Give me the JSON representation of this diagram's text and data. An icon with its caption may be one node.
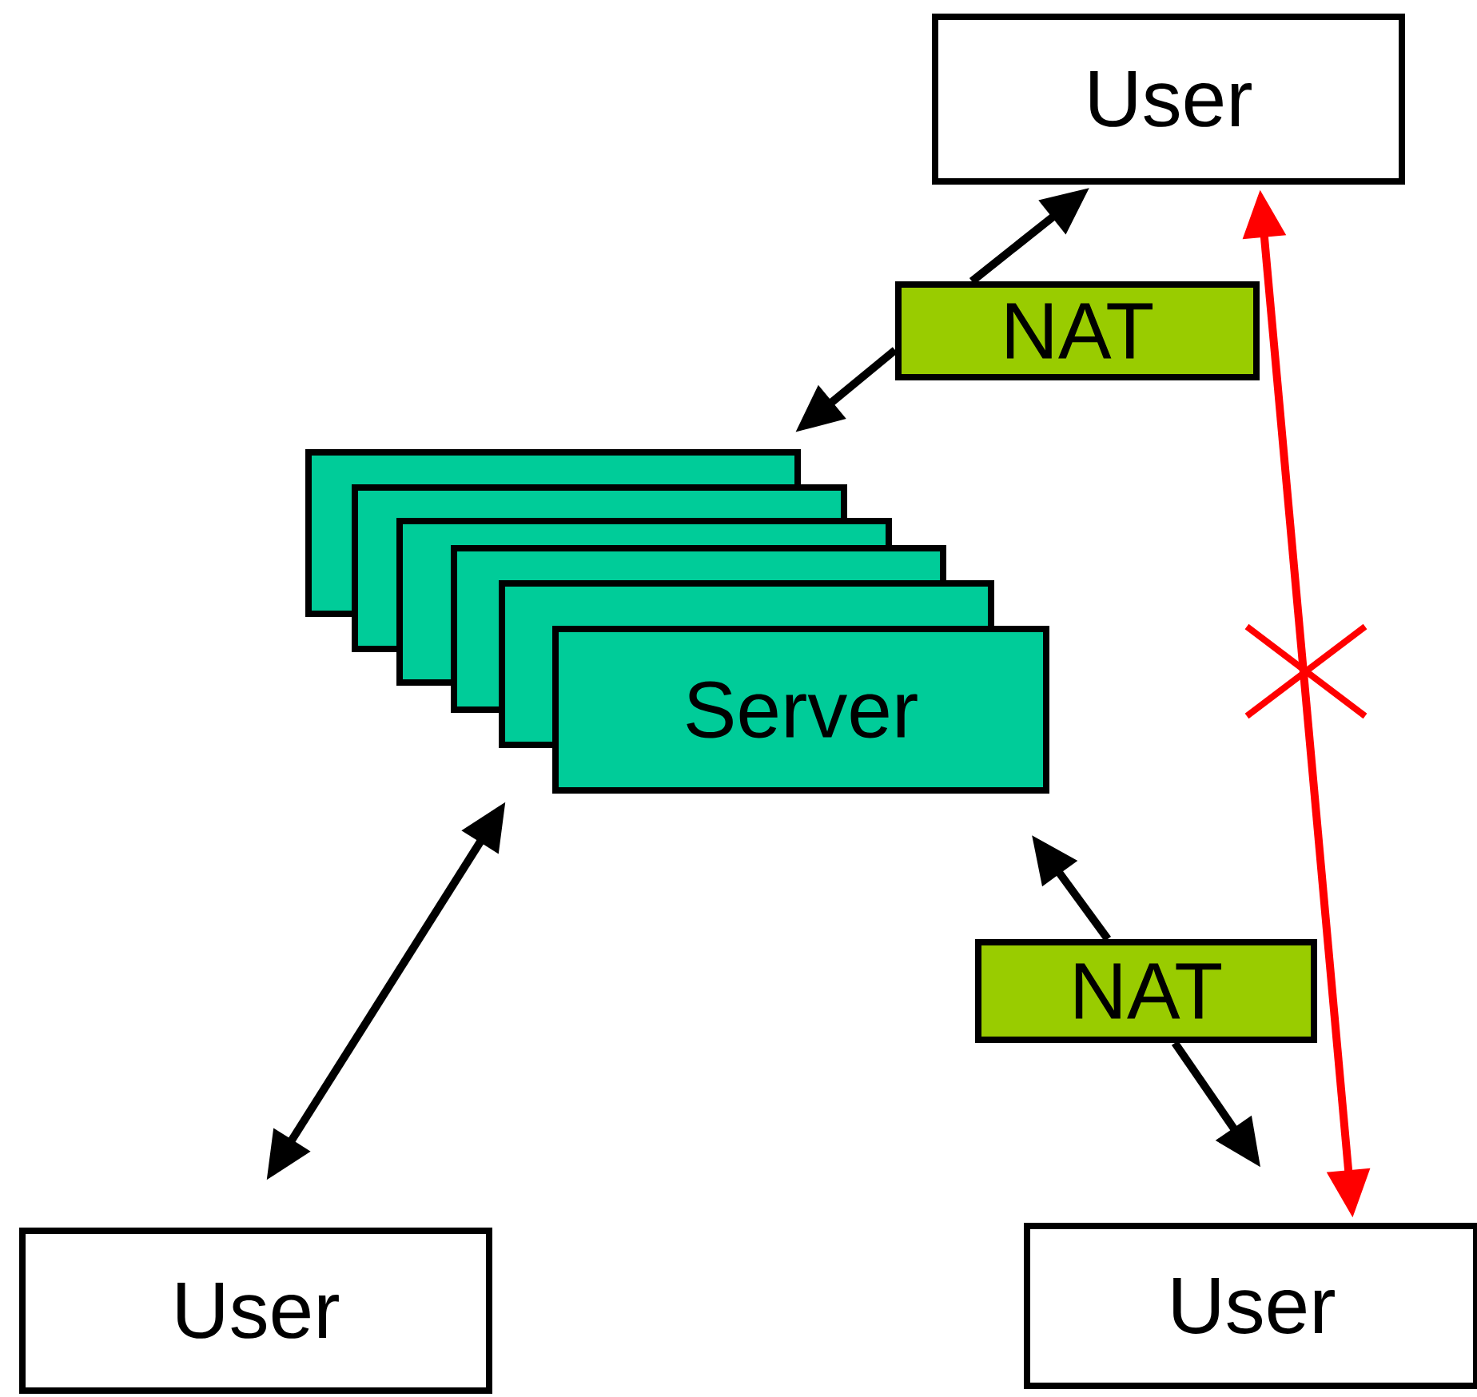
{
  "diagram": {
    "nodes": [
      {
        "text": [
          "User"
        ]
      },
      {
        "text": [
          "NAT"
        ]
      },
      {
        "text": [
          "Server"
        ]
      },
      {
        "text": [
          "NAT"
        ]
      },
      {
        "text": [
          "User"
        ]
      },
      {
        "text": [
          "User"
        ]
      }
    ],
    "edges": [
      {
        "from": 1,
        "to": 0,
        "arrow": "to"
      },
      {
        "from": 1,
        "to": 2,
        "arrow": "to"
      },
      {
        "from": 3,
        "to": 2,
        "arrow": "to"
      },
      {
        "from": 3,
        "to": 5,
        "arrow": "to"
      },
      {
        "from": 2,
        "to": 4,
        "arrow": "both"
      },
      {
        "from": 0,
        "to": 5,
        "arrow": "both",
        "color": "#ff0000"
      }
    ]
  }
}
